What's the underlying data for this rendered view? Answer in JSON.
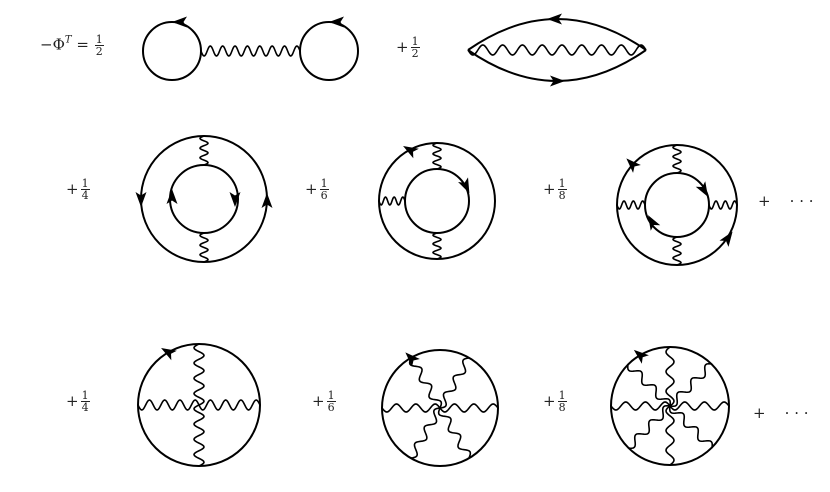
{
  "lhs": {
    "minus": "−",
    "symbol": "Φ",
    "superscript": "T",
    "equals": "="
  },
  "coefficients": [
    {
      "sign": "",
      "num": "1",
      "den": "2"
    },
    {
      "sign": "+",
      "num": "1",
      "den": "2"
    },
    {
      "sign": "+",
      "num": "1",
      "den": "4"
    },
    {
      "sign": "+",
      "num": "1",
      "den": "6"
    },
    {
      "sign": "+",
      "num": "1",
      "den": "8"
    },
    {
      "sign": "+",
      "num": "1",
      "den": "4"
    },
    {
      "sign": "+",
      "num": "1",
      "den": "6"
    },
    {
      "sign": "+",
      "num": "1",
      "den": "8"
    }
  ],
  "continuations": [
    {
      "plus": "+",
      "dots": "· · ·"
    },
    {
      "plus": "+",
      "dots": "· · ·"
    }
  ]
}
